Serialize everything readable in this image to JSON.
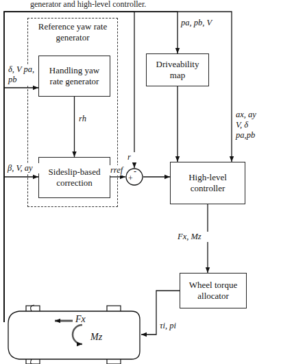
{
  "diagram": {
    "caption": "generator and high-level controller.",
    "nodes": [
      {
        "text": [
          "Reference yaw rate generator"
        ]
      },
      {
        "text": [
          "Handling yaw rate generator"
        ],
        "in": 0
      },
      {
        "text": [
          "Sideslip-based correction"
        ],
        "in": 0
      },
      {
        "text": [
          "-",
          "+"
        ]
      },
      {
        "text": [
          "Driveability map"
        ]
      },
      {
        "text": [
          "High-level controller"
        ]
      },
      {
        "text": [
          "Wheel torque allocator"
        ]
      },
      {
        "text": [
          "Fx",
          "Mz"
        ]
      }
    ],
    "edges": [
      {
        "from": 7,
        "to": 1,
        "arrow": "to",
        "label": "δ, V pa, pb"
      },
      {
        "from": 7,
        "to": 2,
        "arrow": "to",
        "label": "β, V, ay"
      },
      {
        "from": 7,
        "to": 3,
        "arrow": "to",
        "label": "r"
      },
      {
        "from": 7,
        "to": 4,
        "arrow": "to",
        "label": "pa, pb, V"
      },
      {
        "from": 7,
        "to": 5,
        "arrow": "to",
        "label": "ax, ay V, δ pa,pb"
      },
      {
        "from": 1,
        "to": 2,
        "arrow": "to",
        "label": "rh"
      },
      {
        "from": 2,
        "to": 3,
        "arrow": "to",
        "label": "rref"
      },
      {
        "from": 3,
        "to": 5,
        "arrow": "to"
      },
      {
        "from": 4,
        "to": 5,
        "arrow": "to"
      },
      {
        "from": 5,
        "to": 6,
        "arrow": "to",
        "label": "Fx, Mz"
      },
      {
        "from": 6,
        "to": 7,
        "arrow": "to",
        "label": "τi, pi"
      }
    ]
  }
}
